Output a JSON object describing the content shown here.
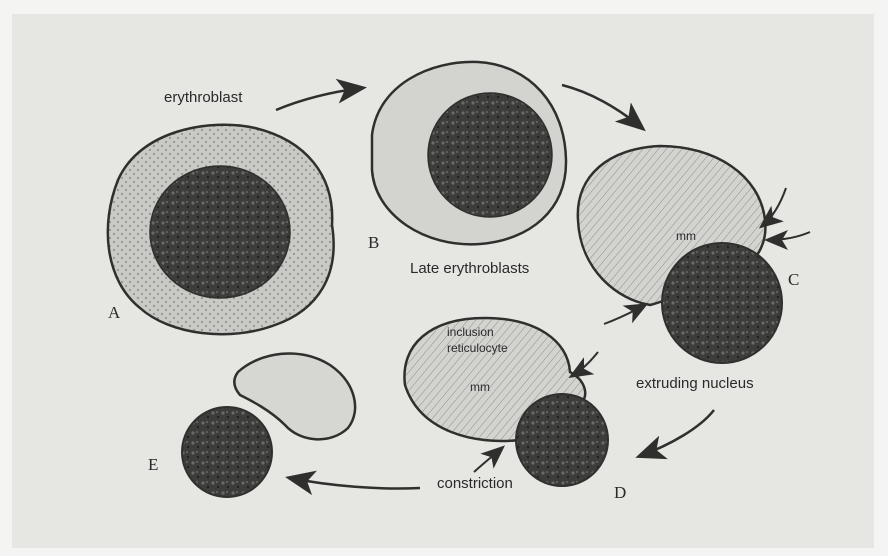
{
  "labels": {
    "erythroblast": "erythroblast",
    "late_erythroblasts": "Late erythroblasts",
    "extruding_nucleus": "extruding nucleus",
    "inclusion_reticulocyte_line1": "inclusion",
    "inclusion_reticulocyte_line2": "reticulocyte",
    "constriction": "constriction",
    "mm_c": "mm",
    "mm_d": "mm"
  },
  "stages": {
    "a": "A",
    "b": "B",
    "c": "C",
    "d": "D",
    "e": "E"
  },
  "colors": {
    "background": "#e6e6e3",
    "nucleus": "#3d3d3b",
    "cytoplasm": "#c9c9c6",
    "outline": "#2f2f2d"
  }
}
